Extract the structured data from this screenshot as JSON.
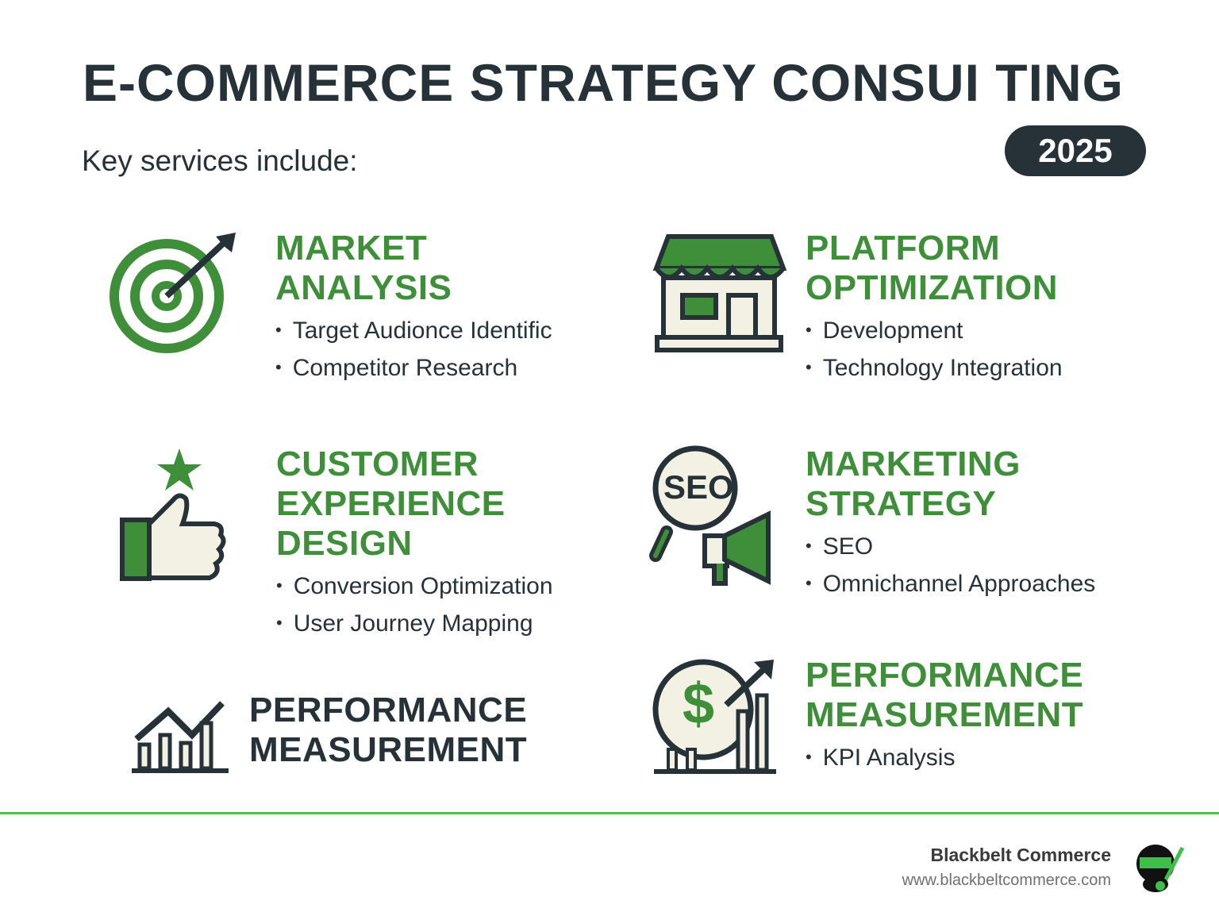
{
  "header": {
    "title": "E-COMMERCE STRATEGY CONSUI TING",
    "subtitle": "Key services include:",
    "year": "2025"
  },
  "services": [
    {
      "heading_lines": [
        "MARKET",
        "ANALYSIS"
      ],
      "bullets": [
        "Target Audionce Identific",
        "Competitor Research"
      ],
      "icon": "target-icon"
    },
    {
      "heading_lines": [
        "PLATFORM",
        "OPTIMIZATION"
      ],
      "bullets": [
        "Development",
        "Technology Integration"
      ],
      "icon": "storefront-icon"
    },
    {
      "heading_lines": [
        "CUSTOMER",
        "EXPERIENCE",
        "DESIGN"
      ],
      "bullets": [
        "Conversion Optimization",
        "User Journey Mapping"
      ],
      "icon": "thumbs-up-star-icon"
    },
    {
      "heading_lines": [
        "MARKETING",
        "STRATEGY"
      ],
      "bullets": [
        "SEO",
        "Omnichannel Approaches"
      ],
      "icon": "seo-megaphone-icon",
      "seo_label": "SEO"
    },
    {
      "heading_lines": [
        "PERFORMANCE",
        "MEASUREMENT"
      ],
      "bullets": [],
      "icon": "bar-chart-icon"
    },
    {
      "heading_lines": [
        "PERFORMANCE",
        "MEASUREMENT"
      ],
      "bullets": [
        "KPI Analysis"
      ],
      "icon": "dollar-growth-icon",
      "dollar": "$"
    }
  ],
  "footer": {
    "brand": "Blackbelt Commerce",
    "url": "www.blackbeltcommerce.com"
  },
  "colors": {
    "green": "#3f8f3a",
    "dark": "#263238",
    "divider": "#4cc04a"
  }
}
